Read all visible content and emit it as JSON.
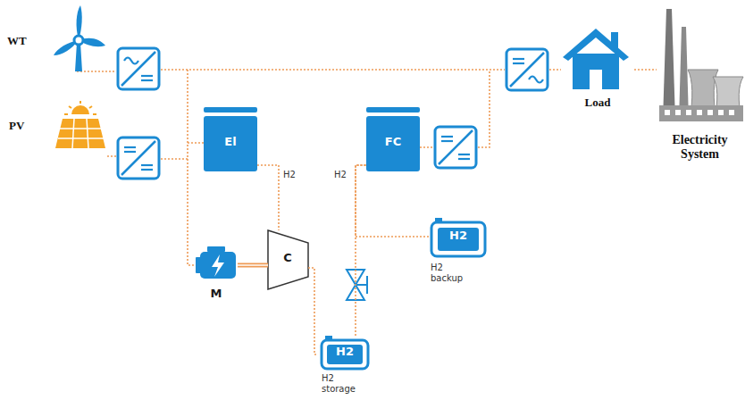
{
  "diagram": {
    "nodes": [
      {
        "text": [
          "WT"
        ]
      },
      {
        "text": [
          "PV"
        ]
      },
      {
        "text": [
          "El"
        ]
      },
      {
        "text": [
          "FC"
        ]
      },
      {
        "text": [
          "Load"
        ]
      },
      {
        "text": [
          "Electricity System"
        ]
      },
      {
        "text": [
          "M"
        ]
      },
      {
        "text": [
          "C"
        ]
      },
      {
        "text": [
          "H2",
          "H2 backup"
        ]
      },
      {
        "text": [
          "H2",
          "H2 storage"
        ]
      }
    ],
    "edges": [
      {
        "from": 2,
        "to": 7,
        "arrow": "none"
      },
      {
        "from": 6,
        "to": 7,
        "arrow": "none"
      },
      {
        "from": 7,
        "to": 9,
        "arrow": "none"
      },
      {
        "from": 9,
        "to": 3,
        "arrow": "none"
      },
      {
        "from": 8,
        "to": 3,
        "arrow": "none"
      },
      {
        "from": 4,
        "to": 5,
        "arrow": "none"
      }
    ],
    "labels": [
      "H2",
      "H2"
    ]
  }
}
